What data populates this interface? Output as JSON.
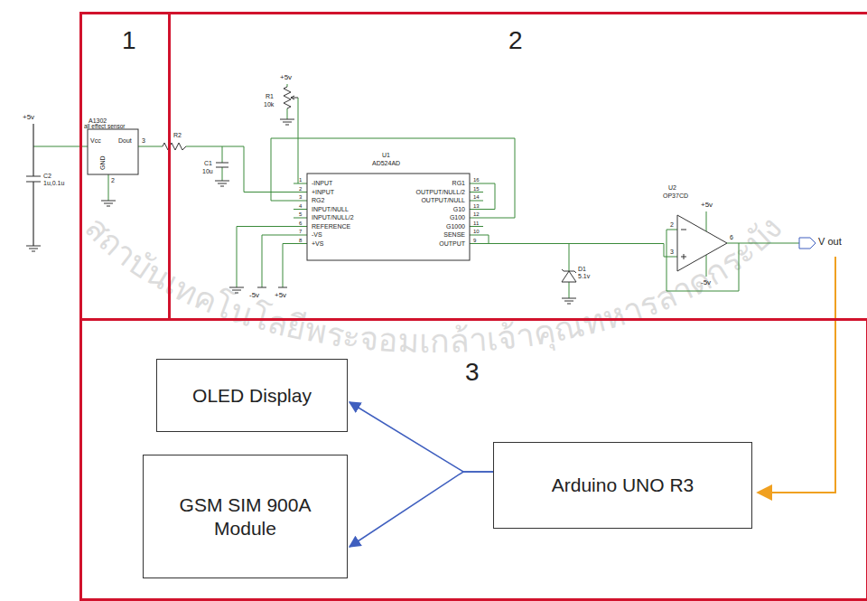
{
  "diagram": {
    "nodes": [
      {
        "text": [
          "1"
        ]
      },
      {
        "text": [
          "2"
        ]
      },
      {
        "text": [
          "3"
        ]
      },
      {
        "text": [
          "OLED Display"
        ],
        "in": 2
      },
      {
        "text": [
          "GSM SIM 900A Module"
        ],
        "in": 2
      },
      {
        "text": [
          "Arduino UNO R3"
        ],
        "in": 2
      }
    ],
    "edges": [
      {
        "from": 5,
        "to": 3,
        "arrow": "to"
      },
      {
        "from": 5,
        "to": 4,
        "arrow": "to"
      }
    ],
    "labels": [
      "+5v",
      "C2",
      "1u,0.1u",
      "A1302",
      "all effect sensor",
      "Vcc",
      "Dout",
      "GND",
      "2",
      "3",
      "R2",
      "C1",
      "10u",
      "R1",
      "10k",
      "+5v",
      "U1",
      "AD524AD",
      "-INPUT",
      "+INPUT",
      "RG2",
      "INPUT/NULL",
      "INPUT/NULL/2",
      "REFERENCE",
      "-VS",
      "+VS",
      "RG1",
      "OUTPUT/NULL/2",
      "OUTPUT/NULL",
      "G10",
      "G100",
      "G1000",
      "SENSE",
      "OUTPUT",
      "1",
      "2",
      "3",
      "4",
      "5",
      "6",
      "7",
      "8",
      "16",
      "15",
      "14",
      "13",
      "12",
      "11",
      "10",
      "9",
      "-5v",
      "+5v",
      "D1",
      "5.1v",
      "U2",
      "OP37CD",
      "+5v",
      "-5v",
      "2",
      "3",
      "6",
      "V out",
      "สถาบันเทคโนโลยีพระจอมเกล้าเจ้าคุณทหารลาดกระบัง"
    ]
  }
}
